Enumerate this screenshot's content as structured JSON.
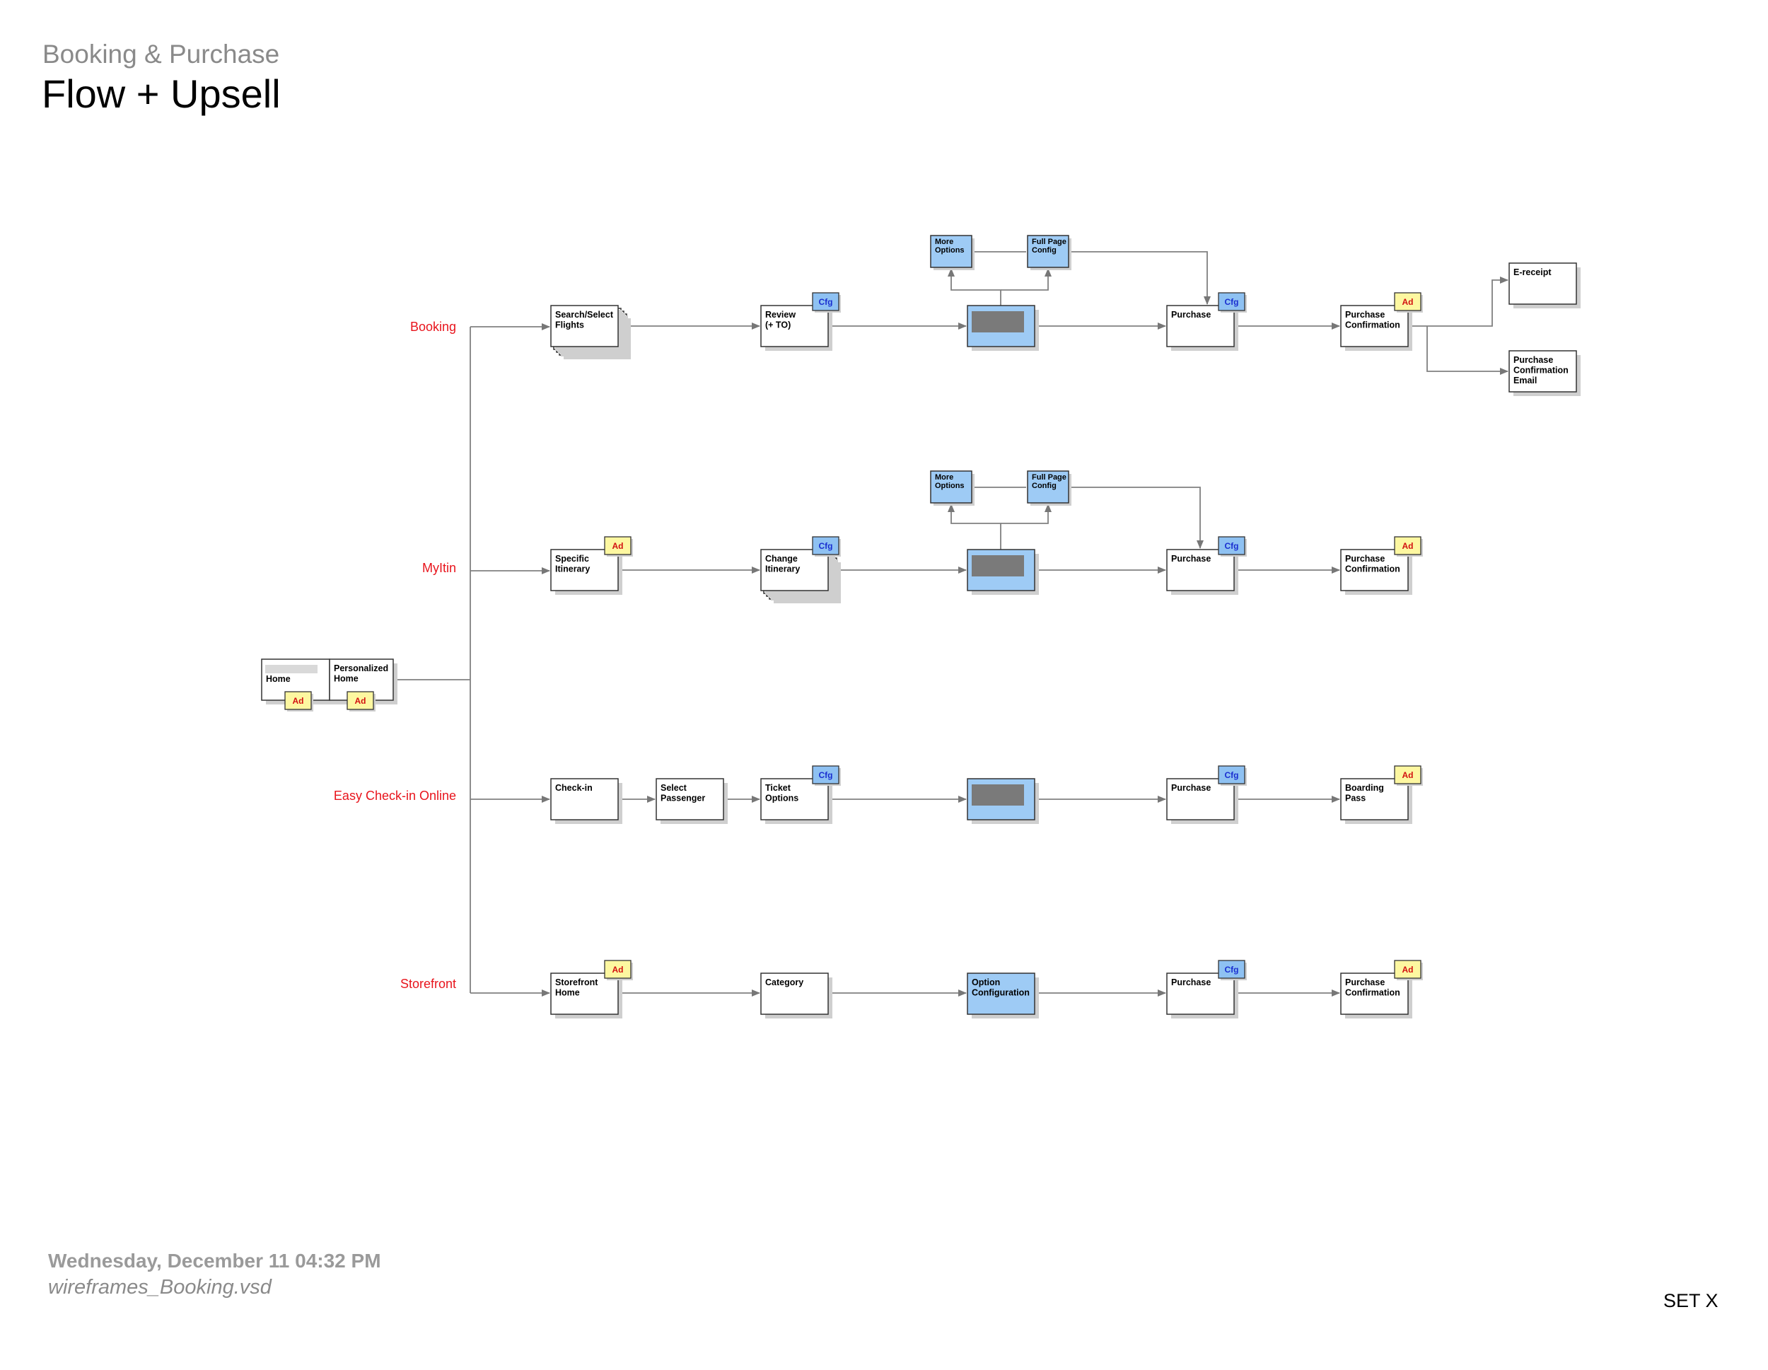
{
  "header": {
    "subtitle": "Booking & Purchase",
    "title": "Flow + Upsell"
  },
  "footer": {
    "date": "Wednesday, December 11 04:32 PM",
    "file": "wireframes_Booking.vsd",
    "set": "SET X"
  },
  "lanes": [
    "Booking",
    "MyItin",
    "Easy Check-in Online",
    "Storefront"
  ],
  "badges": {
    "cfg": "Cfg",
    "ad": "Ad"
  },
  "nodes": {
    "home": [
      "Home"
    ],
    "personalized_home": [
      "Personalized",
      "Home"
    ],
    "search_select_flights": [
      "Search/Select",
      "Flights"
    ],
    "review": [
      "Review",
      "(+ TO)"
    ],
    "more_options": [
      "More",
      "Options"
    ],
    "full_page_config": [
      "Full Page",
      "Config"
    ],
    "purchase": [
      "Purchase"
    ],
    "purchase_confirmation": [
      "Purchase",
      "Confirmation"
    ],
    "e_receipt": [
      "E-receipt"
    ],
    "purchase_confirmation_email": [
      "Purchase",
      "Confirmation",
      "Email"
    ],
    "specific_itinerary": [
      "Specific",
      "Itinerary"
    ],
    "change_itinerary": [
      "Change",
      "Itinerary"
    ],
    "check_in": [
      "Check-in"
    ],
    "select_passenger": [
      "Select",
      "Passenger"
    ],
    "ticket_options": [
      "Ticket",
      "Options"
    ],
    "boarding_pass": [
      "Boarding",
      "Pass"
    ],
    "storefront_home": [
      "Storefront",
      "Home"
    ],
    "category": [
      "Category"
    ],
    "option_configuration": [
      "Option",
      "Configuration"
    ]
  },
  "colors": {
    "lane_label": "#e8141c",
    "blue_fill": "#9ecbf5",
    "cfg_badge": "#8ec1f2",
    "ad_badge": "#fdf7a0",
    "placeholder": "#7a7a7a",
    "connector": "#808080"
  }
}
